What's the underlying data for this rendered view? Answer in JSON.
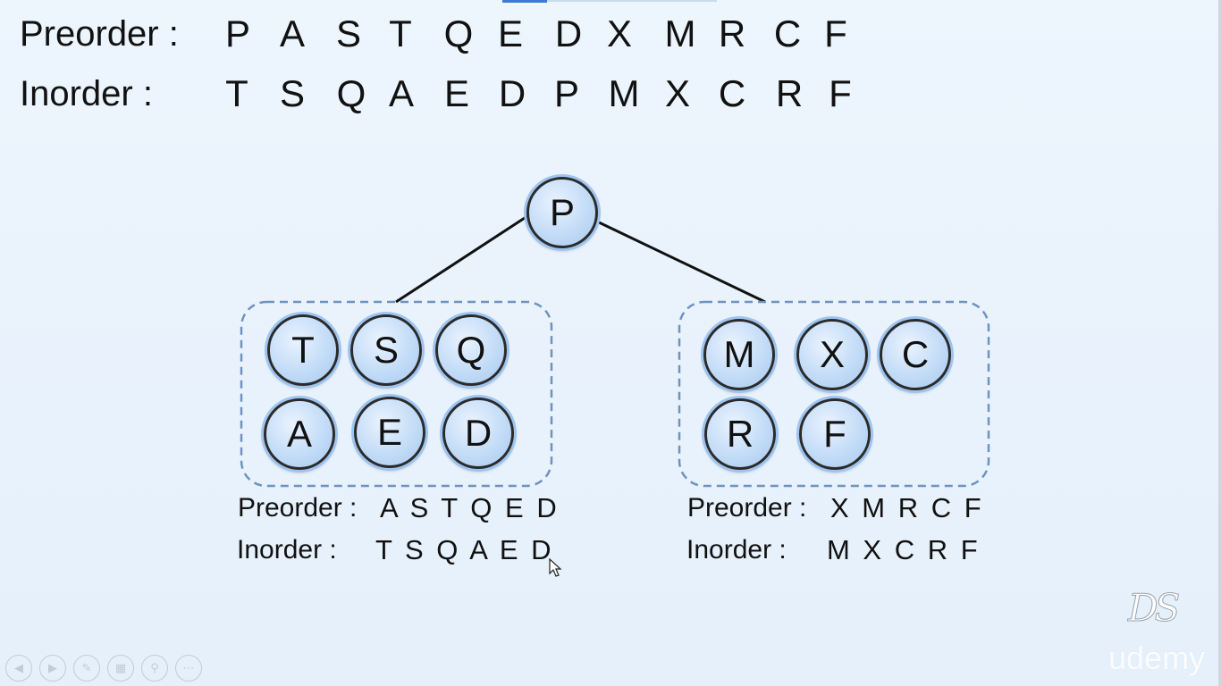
{
  "header": {
    "preorder_label": "Preorder :",
    "inorder_label": "Inorder :",
    "preorder": [
      "P",
      "A",
      "S",
      "T",
      "Q",
      "E",
      "D",
      "X",
      "M",
      "R",
      "C",
      "F"
    ],
    "inorder": [
      "T",
      "S",
      "Q",
      "A",
      "E",
      "D",
      "P",
      "M",
      "X",
      "C",
      "R",
      "F"
    ]
  },
  "tree": {
    "root": "P",
    "left_group": [
      "T",
      "S",
      "Q",
      "A",
      "E",
      "D"
    ],
    "right_group": [
      "M",
      "X",
      "C",
      "R",
      "F"
    ]
  },
  "left_sub": {
    "preorder_label": "Preorder :",
    "preorder": "A S T Q E D",
    "inorder_label": "Inorder :",
    "inorder": "T S Q A E D"
  },
  "right_sub": {
    "preorder_label": "Preorder :",
    "preorder": "X M R C F",
    "inorder_label": "Inorder :",
    "inorder": "M X C R F"
  },
  "watermark": {
    "ds": "DS",
    "brand": "udemy"
  },
  "player_controls": [
    "previous-icon",
    "next-icon",
    "pen-icon",
    "slides-icon",
    "zoom-icon",
    "more-icon"
  ]
}
